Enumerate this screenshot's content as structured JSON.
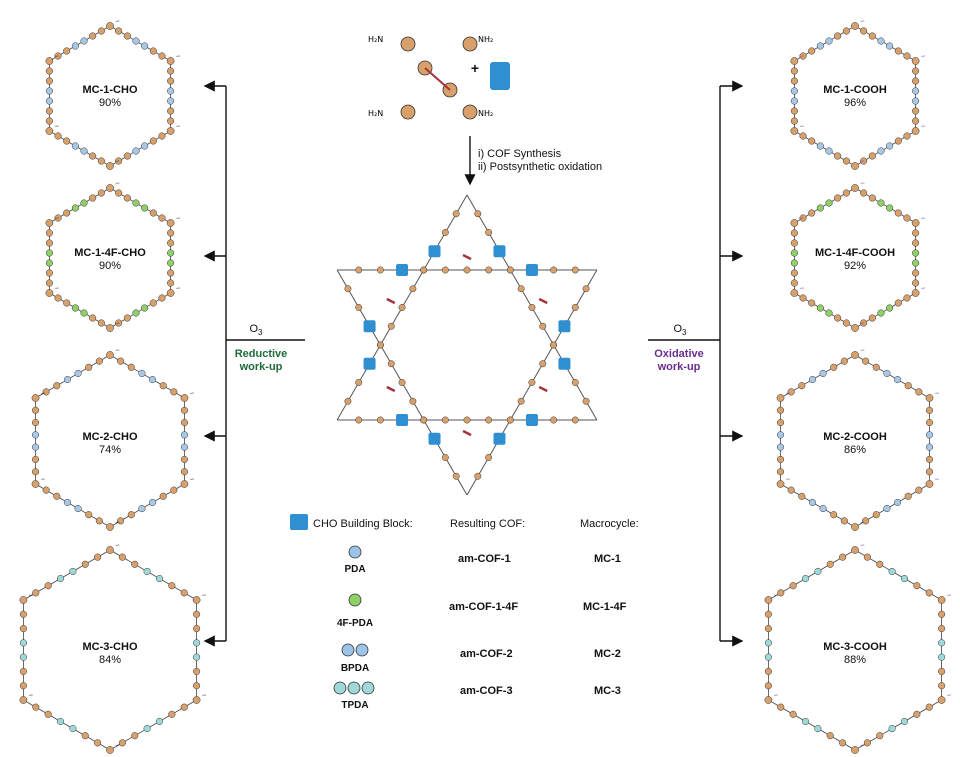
{
  "reagents": {
    "plus": "+"
  },
  "steps": [
    "i)  COF Synthesis",
    "ii) Postsynthetic oxidation"
  ],
  "left_macrocycles": [
    {
      "name": "MC-1-CHO",
      "yield": "90%"
    },
    {
      "name": "MC-1-4F-CHO",
      "yield": "90%"
    },
    {
      "name": "MC-2-CHO",
      "yield": "74%"
    },
    {
      "name": "MC-3-CHO",
      "yield": "84%"
    }
  ],
  "right_macrocycles": [
    {
      "name": "MC-1-COOH",
      "yield": "96%"
    },
    {
      "name": "MC-1-4F-COOH",
      "yield": "92%"
    },
    {
      "name": "MC-2-COOH",
      "yield": "86%"
    },
    {
      "name": "MC-3-COOH",
      "yield": "88%"
    }
  ],
  "left_branch": {
    "reagent": "O",
    "reagent_sub": "3",
    "workup_line1": "Reductive",
    "workup_line2": "work-up"
  },
  "right_branch": {
    "reagent": "O",
    "reagent_sub": "3",
    "workup_line1": "Oxidative",
    "workup_line2": "work-up"
  },
  "table": {
    "headers": [
      "CHO Building Block:",
      "Resulting COF:",
      "Macrocycle:"
    ],
    "rows": [
      {
        "block": "PDA",
        "cof": "am-COF-1",
        "mc": "MC-1"
      },
      {
        "block": "4F-PDA",
        "cof": "am-COF-1-4F",
        "mc": "MC-1-4F"
      },
      {
        "block": "BPDA",
        "cof": "am-COF-2",
        "mc": "MC-2"
      },
      {
        "block": "TPDA",
        "cof": "am-COF-3",
        "mc": "MC-3"
      }
    ]
  },
  "colors": {
    "node": "#d8a06a",
    "blue_block": "#2f8fd0",
    "green_ring": "#8fd068",
    "cyan_ring": "#9fd8d8",
    "light_blue_ring": "#a8c8e8",
    "bond_red": "#a8323a",
    "purple_group": "#6b2c8f",
    "green_text": "#1e6b3a"
  }
}
